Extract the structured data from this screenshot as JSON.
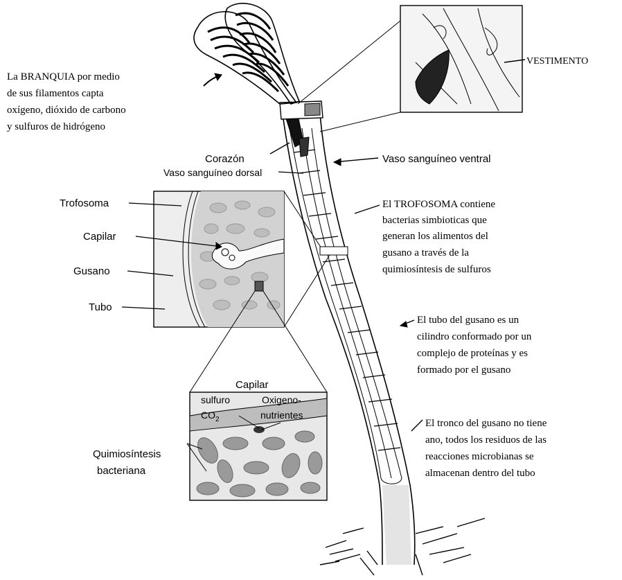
{
  "labels": {
    "branquia": [
      "La BRANQUIA por medio",
      "de  sus  filamentos  capta",
      "oxígeno, dióxido de carbono",
      "y sulfuros de hidrógeno"
    ],
    "vestimento": "VESTIMENTO",
    "corazon": "Corazón",
    "vaso_dorsal": "Vaso sanguíneo dorsal",
    "vaso_ventral": "Vaso sanguíneo ventral",
    "trofosoma_desc": [
      "El  TROFOSOMA  contiene",
      "bacterias  simbioticas  que",
      "generan  los  alimentos  del",
      "gusano  a  través  de  la",
      "quimiosíntesis de sulfuros"
    ],
    "inset_trofosoma": "Trofosoma",
    "inset_capilar": "Capilar",
    "inset_gusano": "Gusano",
    "inset_tubo": "Tubo",
    "tubo_desc": [
      "El  tubo  del  gusano  es  un",
      "cilindro  conformado  por  un",
      "complejo  de  proteínas  y  es",
      "formado por el gusano"
    ],
    "micro_capilar": "Capilar",
    "micro_sulfuro": "sulfuro",
    "micro_co2": "CO",
    "micro_co2_sub": "2",
    "micro_oxigeno": "Oxigeno-",
    "micro_nutrientes": "nutrientes",
    "quimio": [
      "Quimiosíntesis",
      "bacteriana"
    ],
    "tronco_desc": [
      "El tronco del gusano no tiene",
      "ano, todos los residuos de las",
      "reacciones    microbianas    se",
      "almacenan dentro del tubo"
    ]
  }
}
